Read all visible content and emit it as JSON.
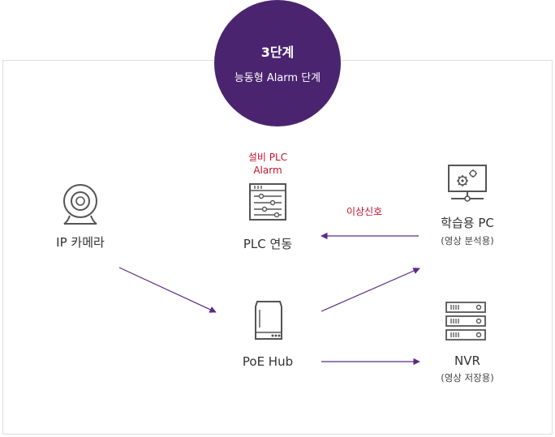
{
  "stage": {
    "step": "3단계",
    "name": "능동형 Alarm 단계",
    "color": "#4b2470"
  },
  "nodes": {
    "camera": {
      "label": "IP 카메라",
      "icon": "webcam-icon"
    },
    "plc": {
      "label": "PLC 연동",
      "alarm_line1": "설비 PLC",
      "alarm_line2": "Alarm",
      "icon": "control-panel-icon"
    },
    "hub": {
      "label": "PoE Hub",
      "icon": "network-hub-icon"
    },
    "pc": {
      "label": "학습용 PC",
      "sub": "(영상 분석용)",
      "icon": "monitor-gears-icon"
    },
    "nvr": {
      "label": "NVR",
      "sub": "(영상 저장용)",
      "icon": "server-rack-icon"
    }
  },
  "signal": {
    "label": "이상신호"
  },
  "colors": {
    "arrow": "#5b2a86",
    "alarm": "#c8102e",
    "icon": "#555555"
  }
}
